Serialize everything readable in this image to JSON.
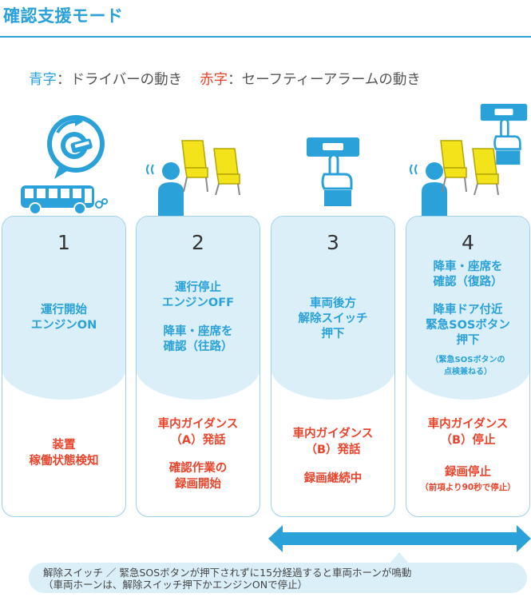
{
  "title": "確認支援モード",
  "legend": {
    "blue_term": "青字",
    "blue_desc": "：ドライバーの動き",
    "red_term": "赤字",
    "red_desc": "：セーフティーアラームの動き"
  },
  "steps": [
    {
      "number": "1",
      "driver_lines": [
        "運行開始",
        "エンジンON"
      ],
      "alarm_lines": [
        "装置",
        "稼働状態検知"
      ]
    },
    {
      "number": "2",
      "driver_lines": [
        "運行停止",
        "エンジンOFF"
      ],
      "driver_lines_2": [
        "降車・座席を",
        "確認（往路）"
      ],
      "alarm_lines": [
        "車内ガイダンス",
        "（A）発話"
      ],
      "alarm_lines_2": [
        "確認作業の",
        "録画開始"
      ]
    },
    {
      "number": "3",
      "driver_lines": [
        "車両後方",
        "解除スイッチ",
        "押下"
      ],
      "alarm_lines": [
        "車内ガイダンス",
        "（B）発話"
      ],
      "alarm_lines_2": [
        "録画継続中"
      ]
    },
    {
      "number": "4",
      "driver_lines": [
        "降車・座席を",
        "確認（復路）"
      ],
      "driver_lines_2": [
        "降車ドア付近",
        "緊急SOSボタン",
        "押下"
      ],
      "driver_note": [
        "（緊急SOSボタンの",
        "点検兼ねる）"
      ],
      "alarm_lines": [
        "車内ガイダンス",
        "（B）停止"
      ],
      "alarm_lines_2": [
        "録画停止"
      ],
      "alarm_note": "（前項より90秒で停止）"
    }
  ],
  "footer_note": [
    "解除スイッチ ／ 緊急SOSボタンが押下されずに15分経過すると車両ホーンが鳴動",
    "（車両ホーンは、解除スイッチ押下かエンジンONで停止）"
  ],
  "colors": {
    "blue": "#2aa2d9",
    "red": "#e8452c",
    "light_blue": "#dbeff9",
    "seat_yellow": "#f2e31b"
  },
  "icons": [
    "engine-key-icon",
    "bus-icon",
    "driver-icon",
    "seats-icon",
    "push-switch-icon"
  ]
}
